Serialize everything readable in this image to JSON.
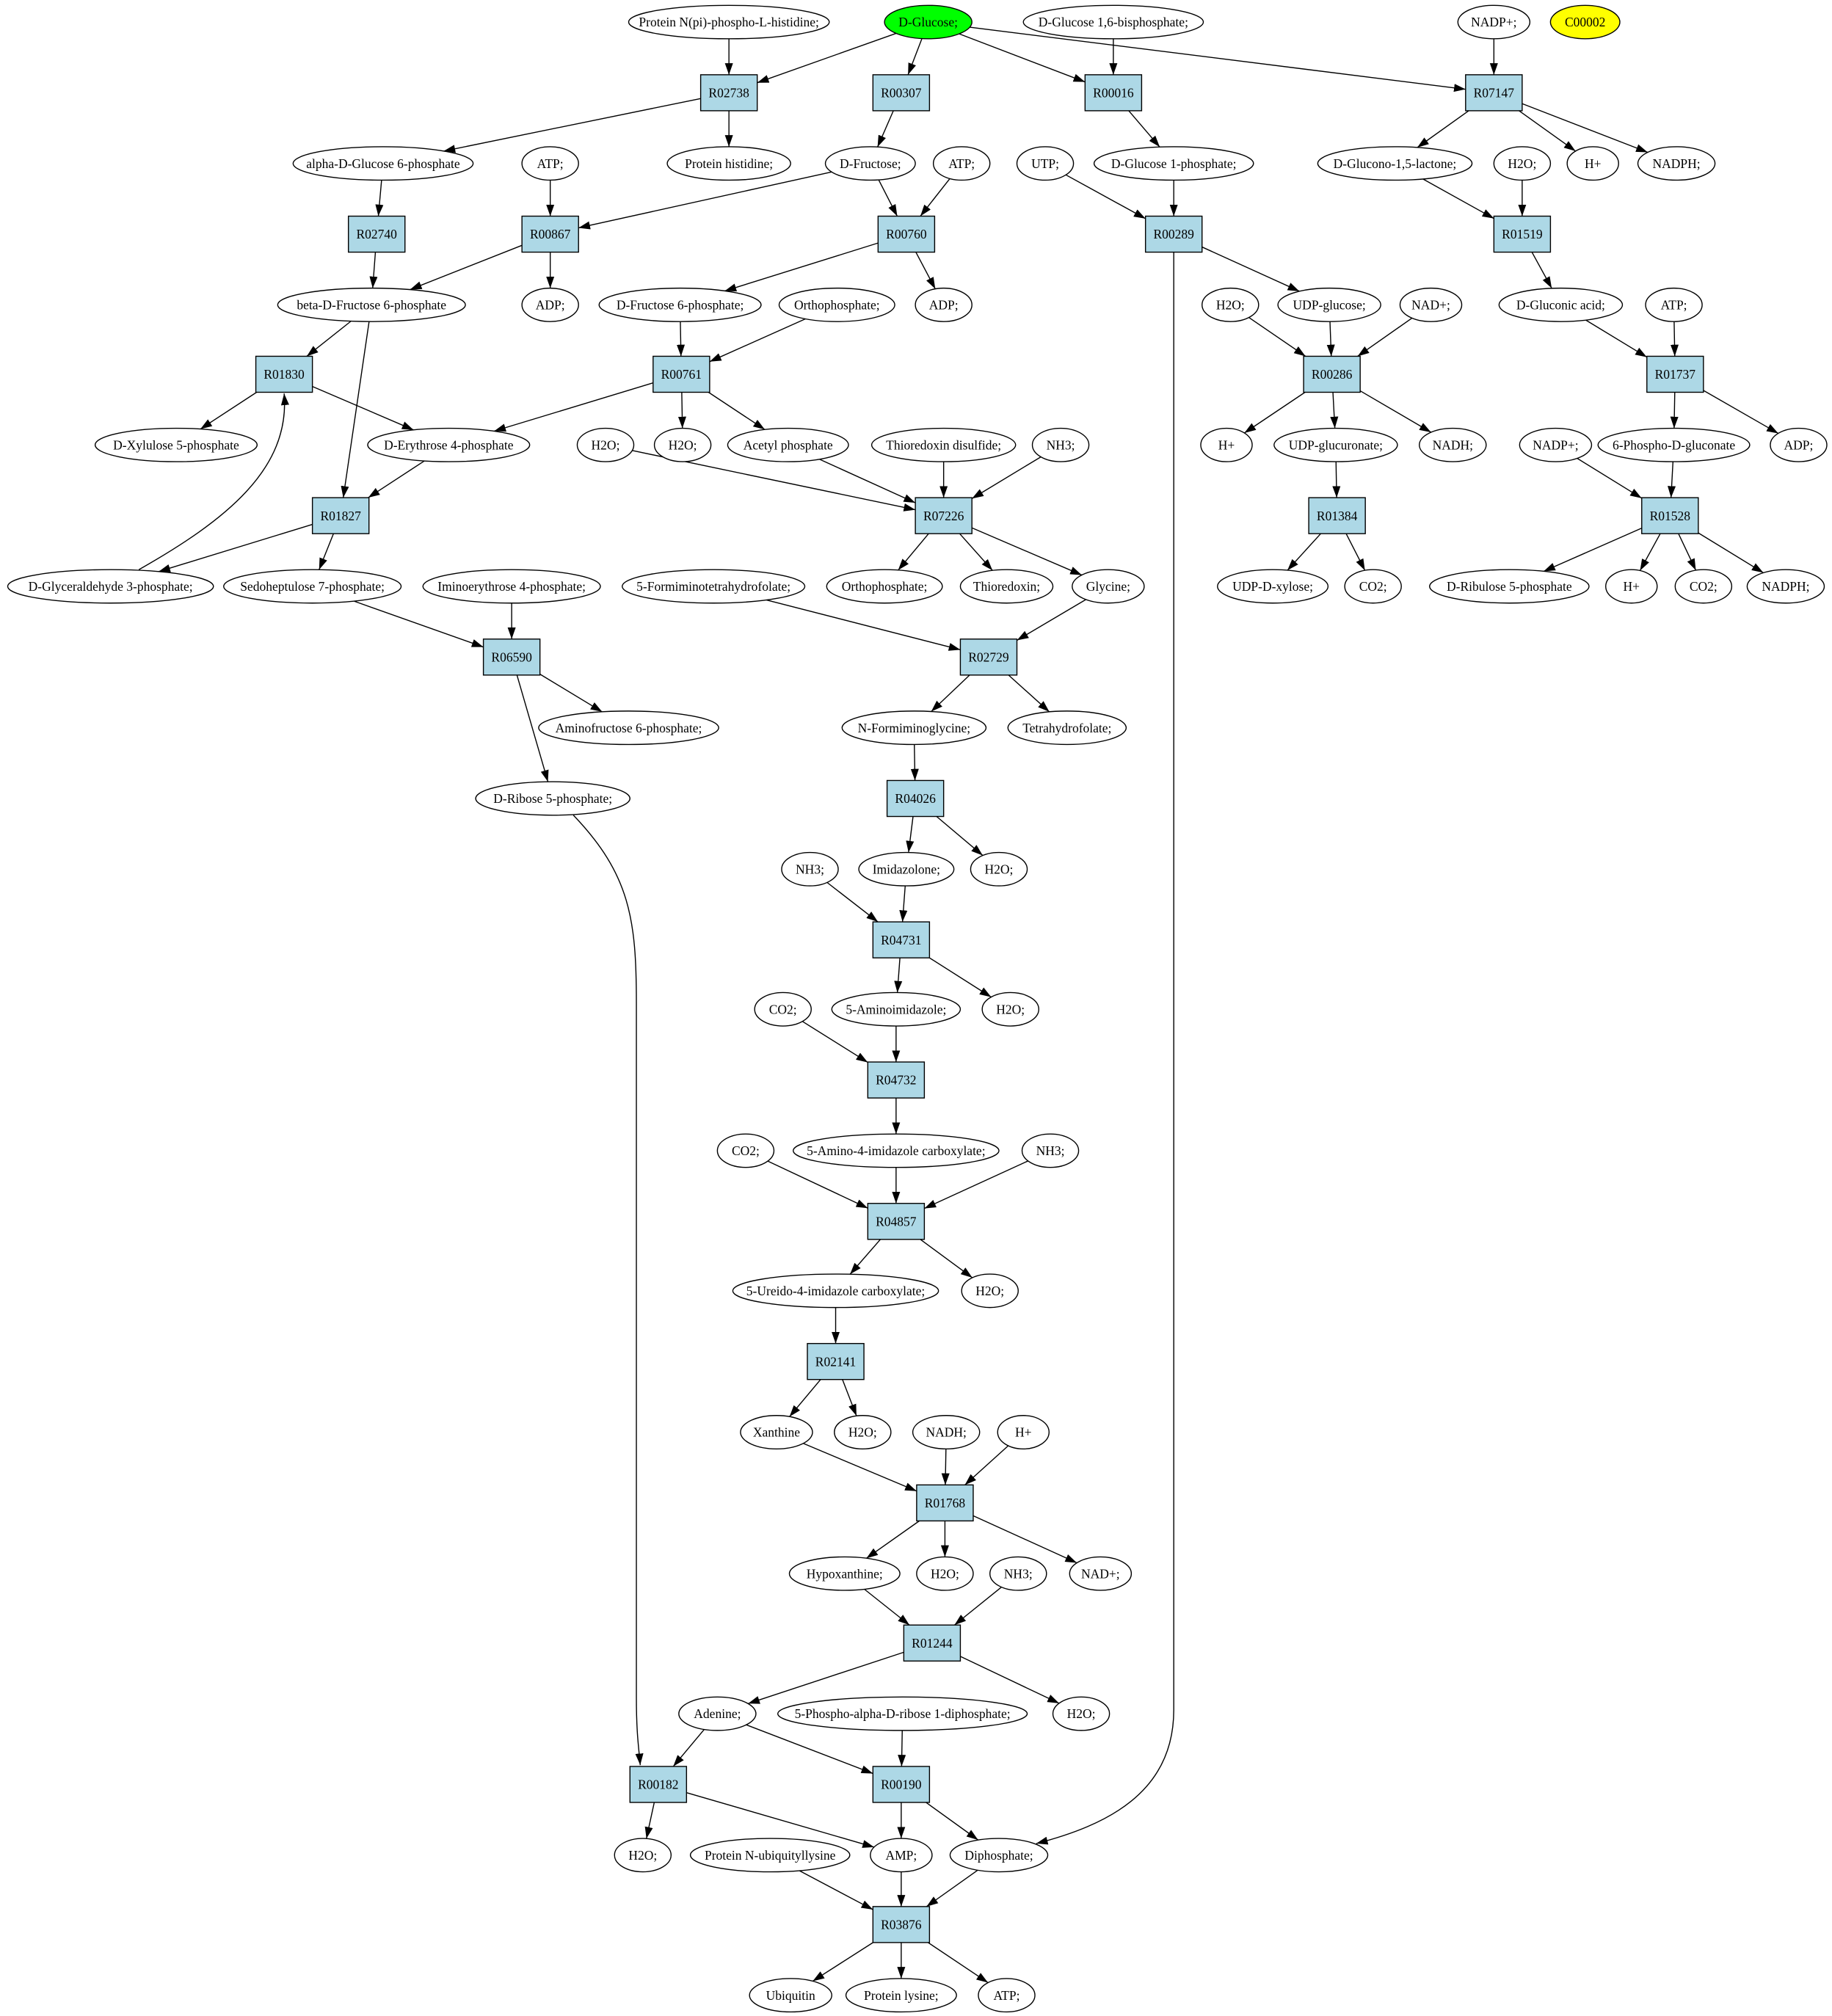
{
  "colors": {
    "reaction": "#add8e6",
    "compound": "#ffffff",
    "source": "#00ff00",
    "highlight": "#ffff00"
  },
  "nodes": [
    {
      "id": "a1",
      "label": "Protein N(pi)-phospho-L-histidine;",
      "kind": "compound"
    },
    {
      "id": "glc",
      "label": "D-Glucose;",
      "kind": "source"
    },
    {
      "id": "a2",
      "label": "D-Glucose 1,6-bisphosphate;",
      "kind": "compound"
    },
    {
      "id": "a3",
      "label": "NADP+;",
      "kind": "compound"
    },
    {
      "id": "a4",
      "label": "C00002",
      "kind": "highlight"
    },
    {
      "id": "R02738",
      "label": "R02738",
      "kind": "reaction"
    },
    {
      "id": "R00307",
      "label": "R00307",
      "kind": "reaction"
    },
    {
      "id": "R00016",
      "label": "R00016",
      "kind": "reaction"
    },
    {
      "id": "R07147",
      "label": "R07147",
      "kind": "reaction"
    },
    {
      "id": "b1",
      "label": "alpha-D-Glucose 6-phosphate",
      "kind": "compound"
    },
    {
      "id": "b2",
      "label": "ATP;",
      "kind": "compound"
    },
    {
      "id": "b3",
      "label": "Protein histidine;",
      "kind": "compound"
    },
    {
      "id": "b4",
      "label": "D-Fructose;",
      "kind": "compound"
    },
    {
      "id": "b5",
      "label": "ATP;",
      "kind": "compound"
    },
    {
      "id": "b6",
      "label": "UTP;",
      "kind": "compound"
    },
    {
      "id": "b7",
      "label": "D-Glucose 1-phosphate;",
      "kind": "compound"
    },
    {
      "id": "b8",
      "label": "D-Glucono-1,5-lactone;",
      "kind": "compound"
    },
    {
      "id": "b9",
      "label": "H2O;",
      "kind": "compound"
    },
    {
      "id": "b10",
      "label": "H+",
      "kind": "compound"
    },
    {
      "id": "b11",
      "label": "NADPH;",
      "kind": "compound"
    },
    {
      "id": "R02740",
      "label": "R02740",
      "kind": "reaction"
    },
    {
      "id": "R00867",
      "label": "R00867",
      "kind": "reaction"
    },
    {
      "id": "R00760",
      "label": "R00760",
      "kind": "reaction"
    },
    {
      "id": "R00289",
      "label": "R00289",
      "kind": "reaction"
    },
    {
      "id": "R01519",
      "label": "R01519",
      "kind": "reaction"
    },
    {
      "id": "c1",
      "label": "beta-D-Fructose 6-phosphate",
      "kind": "compound"
    },
    {
      "id": "c2",
      "label": "ADP;",
      "kind": "compound"
    },
    {
      "id": "c3",
      "label": "D-Fructose 6-phosphate;",
      "kind": "compound"
    },
    {
      "id": "c4",
      "label": "Orthophosphate;",
      "kind": "compound"
    },
    {
      "id": "c5",
      "label": "ADP;",
      "kind": "compound"
    },
    {
      "id": "c6",
      "label": "H2O;",
      "kind": "compound"
    },
    {
      "id": "c7",
      "label": "UDP-glucose;",
      "kind": "compound"
    },
    {
      "id": "c8",
      "label": "NAD+;",
      "kind": "compound"
    },
    {
      "id": "c9",
      "label": "D-Gluconic acid;",
      "kind": "compound"
    },
    {
      "id": "c10",
      "label": "ATP;",
      "kind": "compound"
    },
    {
      "id": "R01830",
      "label": "R01830",
      "kind": "reaction"
    },
    {
      "id": "R00761",
      "label": "R00761",
      "kind": "reaction"
    },
    {
      "id": "R00286",
      "label": "R00286",
      "kind": "reaction"
    },
    {
      "id": "R01737",
      "label": "R01737",
      "kind": "reaction"
    },
    {
      "id": "d1",
      "label": "D-Xylulose 5-phosphate",
      "kind": "compound"
    },
    {
      "id": "d2",
      "label": "D-Erythrose 4-phosphate",
      "kind": "compound"
    },
    {
      "id": "d3",
      "label": "H2O;",
      "kind": "compound"
    },
    {
      "id": "d4",
      "label": "H2O;",
      "kind": "compound"
    },
    {
      "id": "d5",
      "label": "Acetyl phosphate",
      "kind": "compound"
    },
    {
      "id": "d6",
      "label": "Thioredoxin disulfide;",
      "kind": "compound"
    },
    {
      "id": "d7",
      "label": "NH3;",
      "kind": "compound"
    },
    {
      "id": "d8",
      "label": "H+",
      "kind": "compound"
    },
    {
      "id": "d9",
      "label": "UDP-glucuronate;",
      "kind": "compound"
    },
    {
      "id": "d10",
      "label": "NADH;",
      "kind": "compound"
    },
    {
      "id": "d11",
      "label": "NADP+;",
      "kind": "compound"
    },
    {
      "id": "d12",
      "label": "6-Phospho-D-gluconate",
      "kind": "compound"
    },
    {
      "id": "d13",
      "label": "ADP;",
      "kind": "compound"
    },
    {
      "id": "R01827",
      "label": "R01827",
      "kind": "reaction"
    },
    {
      "id": "R07226",
      "label": "R07226",
      "kind": "reaction"
    },
    {
      "id": "R01384",
      "label": "R01384",
      "kind": "reaction"
    },
    {
      "id": "R01528",
      "label": "R01528",
      "kind": "reaction"
    },
    {
      "id": "e1",
      "label": "D-Glyceraldehyde 3-phosphate;",
      "kind": "compound"
    },
    {
      "id": "e2",
      "label": "Sedoheptulose 7-phosphate;",
      "kind": "compound"
    },
    {
      "id": "e3",
      "label": "Iminoerythrose 4-phosphate;",
      "kind": "compound"
    },
    {
      "id": "e4",
      "label": "5-Formiminotetrahydrofolate;",
      "kind": "compound"
    },
    {
      "id": "e5",
      "label": "Orthophosphate;",
      "kind": "compound"
    },
    {
      "id": "e6",
      "label": "Thioredoxin;",
      "kind": "compound"
    },
    {
      "id": "e7",
      "label": "Glycine;",
      "kind": "compound"
    },
    {
      "id": "e8",
      "label": "UDP-D-xylose;",
      "kind": "compound"
    },
    {
      "id": "e9",
      "label": "CO2;",
      "kind": "compound"
    },
    {
      "id": "e10",
      "label": "D-Ribulose 5-phosphate",
      "kind": "compound"
    },
    {
      "id": "e11",
      "label": "H+",
      "kind": "compound"
    },
    {
      "id": "e12",
      "label": "CO2;",
      "kind": "compound"
    },
    {
      "id": "e13",
      "label": "NADPH;",
      "kind": "compound"
    },
    {
      "id": "R06590",
      "label": "R06590",
      "kind": "reaction"
    },
    {
      "id": "R02729",
      "label": "R02729",
      "kind": "reaction"
    },
    {
      "id": "f1",
      "label": "Aminofructose 6-phosphate;",
      "kind": "compound"
    },
    {
      "id": "f2",
      "label": "N-Formiminoglycine;",
      "kind": "compound"
    },
    {
      "id": "f3",
      "label": "Tetrahydrofolate;",
      "kind": "compound"
    },
    {
      "id": "g1",
      "label": "D-Ribose 5-phosphate;",
      "kind": "compound"
    },
    {
      "id": "R04026",
      "label": "R04026",
      "kind": "reaction"
    },
    {
      "id": "h1",
      "label": "NH3;",
      "kind": "compound"
    },
    {
      "id": "h2",
      "label": "Imidazolone;",
      "kind": "compound"
    },
    {
      "id": "h3",
      "label": "H2O;",
      "kind": "compound"
    },
    {
      "id": "R04731",
      "label": "R04731",
      "kind": "reaction"
    },
    {
      "id": "i1",
      "label": "CO2;",
      "kind": "compound"
    },
    {
      "id": "i2",
      "label": "5-Aminoimidazole;",
      "kind": "compound"
    },
    {
      "id": "i3",
      "label": "H2O;",
      "kind": "compound"
    },
    {
      "id": "R04732",
      "label": "R04732",
      "kind": "reaction"
    },
    {
      "id": "j1",
      "label": "CO2;",
      "kind": "compound"
    },
    {
      "id": "j2",
      "label": "5-Amino-4-imidazole carboxylate;",
      "kind": "compound"
    },
    {
      "id": "j3",
      "label": "NH3;",
      "kind": "compound"
    },
    {
      "id": "R04857",
      "label": "R04857",
      "kind": "reaction"
    },
    {
      "id": "k1",
      "label": "5-Ureido-4-imidazole carboxylate;",
      "kind": "compound"
    },
    {
      "id": "k2",
      "label": "H2O;",
      "kind": "compound"
    },
    {
      "id": "R02141",
      "label": "R02141",
      "kind": "reaction"
    },
    {
      "id": "l1",
      "label": "Xanthine",
      "kind": "compound"
    },
    {
      "id": "l2",
      "label": "H2O;",
      "kind": "compound"
    },
    {
      "id": "l3",
      "label": "NADH;",
      "kind": "compound"
    },
    {
      "id": "l4",
      "label": "H+",
      "kind": "compound"
    },
    {
      "id": "R01768",
      "label": "R01768",
      "kind": "reaction"
    },
    {
      "id": "m1",
      "label": "Hypoxanthine;",
      "kind": "compound"
    },
    {
      "id": "m2",
      "label": "H2O;",
      "kind": "compound"
    },
    {
      "id": "m3",
      "label": "NH3;",
      "kind": "compound"
    },
    {
      "id": "m4",
      "label": "NAD+;",
      "kind": "compound"
    },
    {
      "id": "R01244",
      "label": "R01244",
      "kind": "reaction"
    },
    {
      "id": "n1",
      "label": "Adenine;",
      "kind": "compound"
    },
    {
      "id": "n2",
      "label": "5-Phospho-alpha-D-ribose 1-diphosphate;",
      "kind": "compound"
    },
    {
      "id": "n3",
      "label": "H2O;",
      "kind": "compound"
    },
    {
      "id": "R00182",
      "label": "R00182",
      "kind": "reaction"
    },
    {
      "id": "R00190",
      "label": "R00190",
      "kind": "reaction"
    },
    {
      "id": "o1",
      "label": "H2O;",
      "kind": "compound"
    },
    {
      "id": "o2",
      "label": "Protein N-ubiquityllysine",
      "kind": "compound"
    },
    {
      "id": "o3",
      "label": "AMP;",
      "kind": "compound"
    },
    {
      "id": "o4",
      "label": "Diphosphate;",
      "kind": "compound"
    },
    {
      "id": "R03876",
      "label": "R03876",
      "kind": "reaction"
    },
    {
      "id": "p1",
      "label": "Ubiquitin",
      "kind": "compound"
    },
    {
      "id": "p2",
      "label": "Protein lysine;",
      "kind": "compound"
    },
    {
      "id": "p3",
      "label": "ATP;",
      "kind": "compound"
    }
  ],
  "edges": [
    [
      "glc",
      "R02738"
    ],
    [
      "glc",
      "R00307"
    ],
    [
      "glc",
      "R00016"
    ],
    [
      "glc",
      "R07147"
    ],
    [
      "a1",
      "R02738"
    ],
    [
      "R02738",
      "b1"
    ],
    [
      "R02738",
      "b3"
    ],
    [
      "R00307",
      "b4"
    ],
    [
      "a2",
      "R00016"
    ],
    [
      "R00016",
      "b7"
    ],
    [
      "a3",
      "R07147"
    ],
    [
      "R07147",
      "b8"
    ],
    [
      "R07147",
      "b10"
    ],
    [
      "R07147",
      "b11"
    ],
    [
      "b1",
      "R02740"
    ],
    [
      "b2",
      "R00867"
    ],
    [
      "b4",
      "R00867"
    ],
    [
      "b4",
      "R00760"
    ],
    [
      "b5",
      "R00760"
    ],
    [
      "b6",
      "R00289"
    ],
    [
      "b7",
      "R00289"
    ],
    [
      "b8",
      "R01519"
    ],
    [
      "b9",
      "R01519"
    ],
    [
      "R02740",
      "c1"
    ],
    [
      "R00867",
      "c1"
    ],
    [
      "R00867",
      "c2"
    ],
    [
      "R00760",
      "c3"
    ],
    [
      "R00760",
      "c5"
    ],
    [
      "R00289",
      "c7"
    ],
    [
      "R01519",
      "c9"
    ],
    [
      "c1",
      "R01830"
    ],
    [
      "c1",
      "R01827"
    ],
    [
      "c3",
      "R00761"
    ],
    [
      "c4",
      "R00761"
    ],
    [
      "c6",
      "R00286"
    ],
    [
      "c7",
      "R00286"
    ],
    [
      "c8",
      "R00286"
    ],
    [
      "c9",
      "R01737"
    ],
    [
      "c10",
      "R01737"
    ],
    [
      "R01830",
      "d1"
    ],
    [
      "R01830",
      "d2"
    ],
    [
      "R00761",
      "d2"
    ],
    [
      "R00761",
      "d4"
    ],
    [
      "R00761",
      "d5"
    ],
    [
      "R00286",
      "d8"
    ],
    [
      "R00286",
      "d9"
    ],
    [
      "R00286",
      "d10"
    ],
    [
      "R01737",
      "d12"
    ],
    [
      "R01737",
      "d13"
    ],
    [
      "d2",
      "R01827"
    ],
    [
      "d3",
      "R07226"
    ],
    [
      "d5",
      "R07226"
    ],
    [
      "d6",
      "R07226"
    ],
    [
      "d7",
      "R07226"
    ],
    [
      "d9",
      "R01384"
    ],
    [
      "d11",
      "R01528"
    ],
    [
      "d12",
      "R01528"
    ],
    [
      "R01827",
      "e1"
    ],
    [
      "R01827",
      "e2"
    ],
    [
      "e1",
      "R01830"
    ],
    [
      "R07226",
      "e5"
    ],
    [
      "R07226",
      "e6"
    ],
    [
      "R07226",
      "e7"
    ],
    [
      "R01384",
      "e8"
    ],
    [
      "R01384",
      "e9"
    ],
    [
      "R01528",
      "e10"
    ],
    [
      "R01528",
      "e11"
    ],
    [
      "R01528",
      "e12"
    ],
    [
      "R01528",
      "e13"
    ],
    [
      "e2",
      "R06590"
    ],
    [
      "e3",
      "R06590"
    ],
    [
      "e4",
      "R02729"
    ],
    [
      "e7",
      "R02729"
    ],
    [
      "R06590",
      "f1"
    ],
    [
      "R06590",
      "g1"
    ],
    [
      "R02729",
      "f2"
    ],
    [
      "R02729",
      "f3"
    ],
    [
      "f2",
      "R04026"
    ],
    [
      "R04026",
      "h2"
    ],
    [
      "R04026",
      "h3"
    ],
    [
      "h1",
      "R04731"
    ],
    [
      "h2",
      "R04731"
    ],
    [
      "R04731",
      "i2"
    ],
    [
      "R04731",
      "i3"
    ],
    [
      "i1",
      "R04732"
    ],
    [
      "i2",
      "R04732"
    ],
    [
      "R04732",
      "j2"
    ],
    [
      "j1",
      "R04857"
    ],
    [
      "j2",
      "R04857"
    ],
    [
      "j3",
      "R04857"
    ],
    [
      "R04857",
      "k1"
    ],
    [
      "R04857",
      "k2"
    ],
    [
      "k1",
      "R02141"
    ],
    [
      "R02141",
      "l1"
    ],
    [
      "R02141",
      "l2"
    ],
    [
      "l1",
      "R01768"
    ],
    [
      "l3",
      "R01768"
    ],
    [
      "l4",
      "R01768"
    ],
    [
      "R01768",
      "m1"
    ],
    [
      "R01768",
      "m2"
    ],
    [
      "R01768",
      "m4"
    ],
    [
      "m1",
      "R01244"
    ],
    [
      "m3",
      "R01244"
    ],
    [
      "R01244",
      "n1"
    ],
    [
      "R01244",
      "n3"
    ],
    [
      "n1",
      "R00182"
    ],
    [
      "g1",
      "R00182"
    ],
    [
      "n1",
      "R00190"
    ],
    [
      "n2",
      "R00190"
    ],
    [
      "R00182",
      "o1"
    ],
    [
      "R00182",
      "o3"
    ],
    [
      "R00190",
      "o3"
    ],
    [
      "R00190",
      "o4"
    ],
    [
      "R00289",
      "o4"
    ],
    [
      "o2",
      "R03876"
    ],
    [
      "o3",
      "R03876"
    ],
    [
      "o4",
      "R03876"
    ],
    [
      "R03876",
      "p1"
    ],
    [
      "R03876",
      "p2"
    ],
    [
      "R03876",
      "p3"
    ]
  ]
}
